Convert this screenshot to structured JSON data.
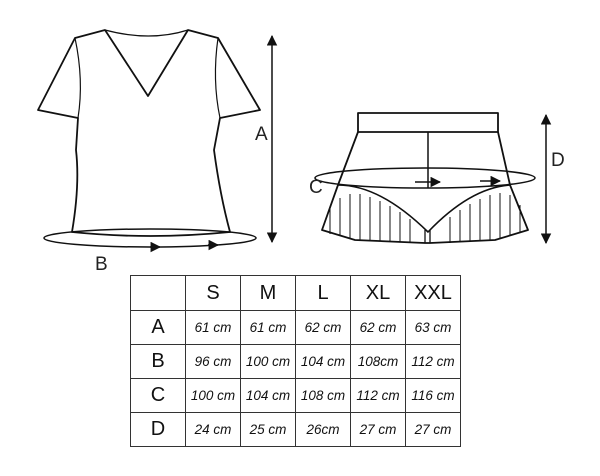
{
  "dimension_labels": {
    "a": "A",
    "b": "B",
    "c": "C",
    "d": "D"
  },
  "table": {
    "columns": [
      "S",
      "M",
      "L",
      "XL",
      "XXL"
    ],
    "rows": [
      {
        "label": "A",
        "values": [
          "61 cm",
          "61 cm",
          "62 cm",
          "62 cm",
          "63 cm"
        ]
      },
      {
        "label": "B",
        "values": [
          "96 cm",
          "100 cm",
          "104 cm",
          "108cm",
          "112 cm"
        ]
      },
      {
        "label": "C",
        "values": [
          "100 cm",
          "104 cm",
          "108 cm",
          "112 cm",
          "116 cm"
        ]
      },
      {
        "label": "D",
        "values": [
          "24 cm",
          "25 cm",
          "26cm",
          "27 cm",
          "27 cm"
        ]
      }
    ]
  }
}
